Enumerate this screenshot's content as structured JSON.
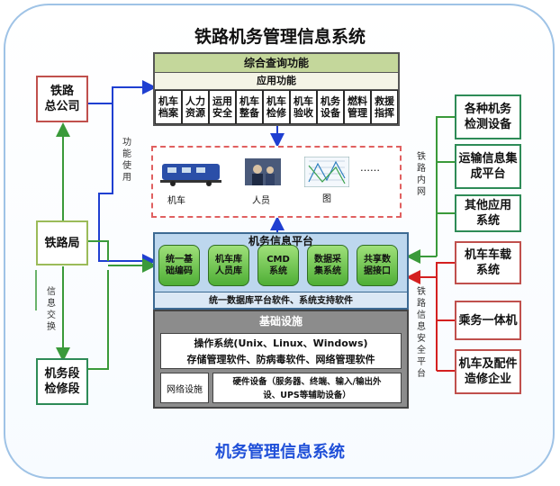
{
  "diagram": {
    "title": "铁路机务管理信息系统",
    "caption": "机务管理信息系统",
    "left_entities": [
      "铁路\n总公司",
      "铁路局",
      "机务段\n检修段"
    ],
    "left_labels": {
      "upper": "功能使用",
      "lower": "信息交换"
    },
    "right_entities": [
      "各种机务\n检测设备",
      "运输信息集\n成平台",
      "其他应用\n系统",
      "机车车载\n系统",
      "乘务一体机",
      "机车及配件\n造修企业"
    ],
    "right_labels": {
      "upper": "铁路内网",
      "lower": "铁路信息安全平台"
    },
    "query": {
      "title": "综合查询功能",
      "app_title": "应用功能",
      "modules": [
        "机车\n档案",
        "人力\n资源",
        "运用\n安全",
        "机车\n整备",
        "机车\n检修",
        "机车\n验收",
        "机务\n设备",
        "燃料\n管理",
        "救援\n指挥"
      ]
    },
    "display": {
      "items": [
        "机车",
        "人员",
        "图"
      ],
      "ellipsis": "……"
    },
    "platform": {
      "title": "机务信息平台",
      "modules": [
        "统一基\n础编码",
        "机车库\n人员库",
        "CMD\n系统",
        "数据采\n集系统",
        "共享数\n据接口"
      ],
      "bottom": "统一数据库平台软件、系统支持软件"
    },
    "infra": {
      "title": "基础设施",
      "software_line1": "操作系统(Unix、Linux、Windows)",
      "software_line2": "存储管理软件、防病毒软件、网络管理软件",
      "network": "网络设施",
      "hardware": "硬件设备（服务器、终端、输入/输出外\n设、UPS等辅助设备）"
    }
  },
  "colors": {
    "frame": "#9fc3e6",
    "left_box_border": "#c0504d",
    "middle_box_border": "#9bbb59",
    "right_box_border": "#2e8b57",
    "blue_arrow": "#1f3fd1",
    "green_arrow": "#3a9a3a",
    "red_arrow": "#d42020",
    "query_header": "#c4d79b",
    "platform_bg": "#bdd7ee",
    "infra_bg": "#8c8c8c",
    "dashed": "#e06060"
  }
}
